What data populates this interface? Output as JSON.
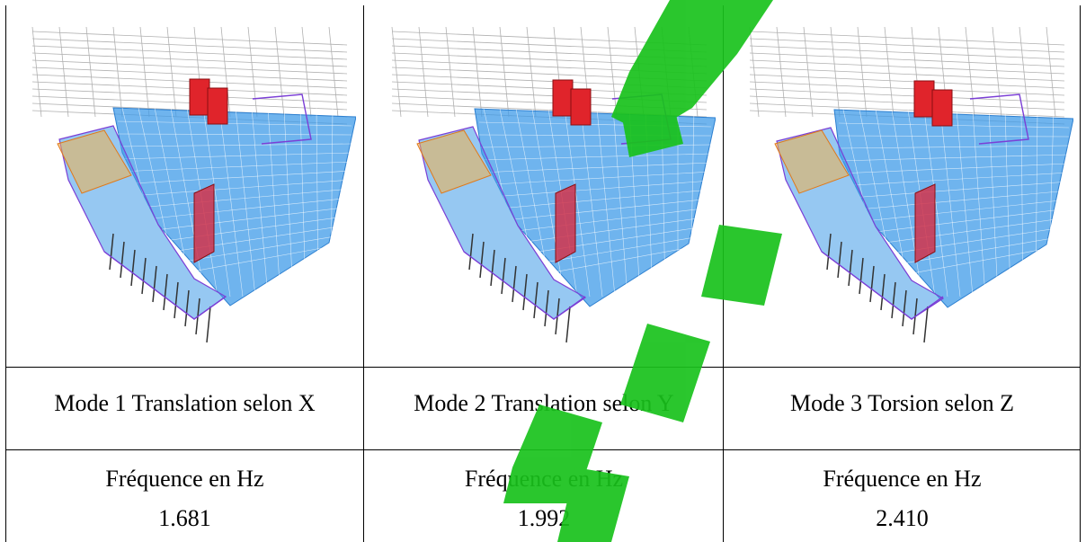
{
  "table": {
    "columns": [
      {
        "mode_label": "Mode 1 Translation selon X",
        "frequency_label": "Fréquence en Hz",
        "frequency_value": "1.681",
        "image_icon": "structure-3d-model-image"
      },
      {
        "mode_label": "Mode 2 Translation selon Y",
        "frequency_label": "Fréquence en Hz",
        "frequency_value": "1.992",
        "image_icon": "structure-3d-model-image"
      },
      {
        "mode_label": "Mode 3 Torsion selon Z",
        "frequency_label": "Fréquence en Hz",
        "frequency_value": "2.410",
        "image_icon": "structure-3d-model-image"
      }
    ]
  },
  "colors": {
    "slab_blue": "#3f9be8",
    "shear_wall_red": "#e0242b",
    "watermark_green": "#19c21c",
    "frame_grey": "#b0b0b0"
  }
}
